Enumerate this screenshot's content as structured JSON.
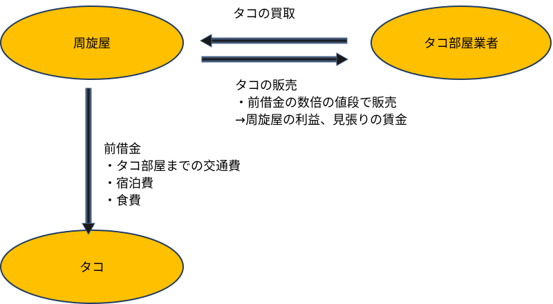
{
  "colors": {
    "node_fill": "#FFC000",
    "node_stroke": "#1F3B63",
    "arrow": "#1A1A1A",
    "arrow_outline": "#44608A"
  },
  "nodes": {
    "broker": "周旋屋",
    "operator": "タコ部屋業者",
    "worker": "タコ"
  },
  "edges": {
    "purchase": "タコの買取",
    "sale": {
      "title": "タコの販売",
      "lines": [
        "・前借金の数倍の値段で販売",
        "→周旋屋の利益、見張りの賃金"
      ]
    },
    "advance": {
      "title": "前借金",
      "lines": [
        "・タコ部屋までの交通費",
        "・宿泊費",
        "・食費"
      ]
    }
  }
}
